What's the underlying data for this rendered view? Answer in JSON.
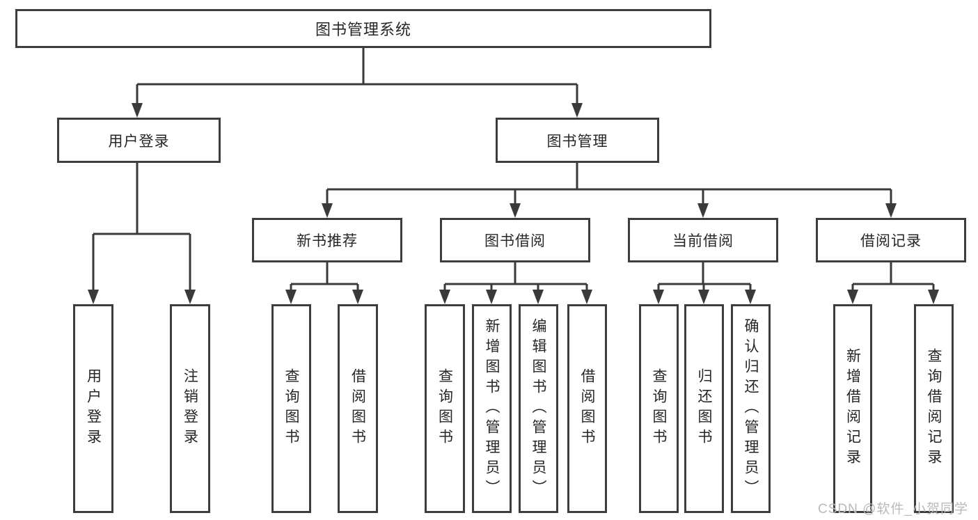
{
  "diagram": {
    "type": "hierarchy-tree",
    "tree": {
      "label": "图书管理系统",
      "children": [
        {
          "label": "用户登录",
          "children": [
            {
              "label": "用户登录"
            },
            {
              "label": "注销登录"
            }
          ]
        },
        {
          "label": "图书管理",
          "children": [
            {
              "label": "新书推荐",
              "children": [
                {
                  "label": "查询图书"
                },
                {
                  "label": "借阅图书"
                }
              ]
            },
            {
              "label": "图书借阅",
              "children": [
                {
                  "label": "查询图书"
                },
                {
                  "label": "新增图书（管理员）"
                },
                {
                  "label": "编辑图书（管理员）"
                },
                {
                  "label": "借阅图书"
                }
              ]
            },
            {
              "label": "当前借阅",
              "children": [
                {
                  "label": "查询图书"
                },
                {
                  "label": "归还图书"
                },
                {
                  "label": "确认归还（管理员）"
                }
              ]
            },
            {
              "label": "借阅记录",
              "children": [
                {
                  "label": "新增借阅记录"
                },
                {
                  "label": "查询借阅记录"
                }
              ]
            }
          ]
        }
      ]
    },
    "colors": {
      "line": "#3a3a3a",
      "border": "#3d3d3d",
      "text": "#262626",
      "background": "#ffffff",
      "watermark": "#b9b9b9"
    }
  },
  "watermark": {
    "text": "CSDN @软件_小贺同学"
  }
}
